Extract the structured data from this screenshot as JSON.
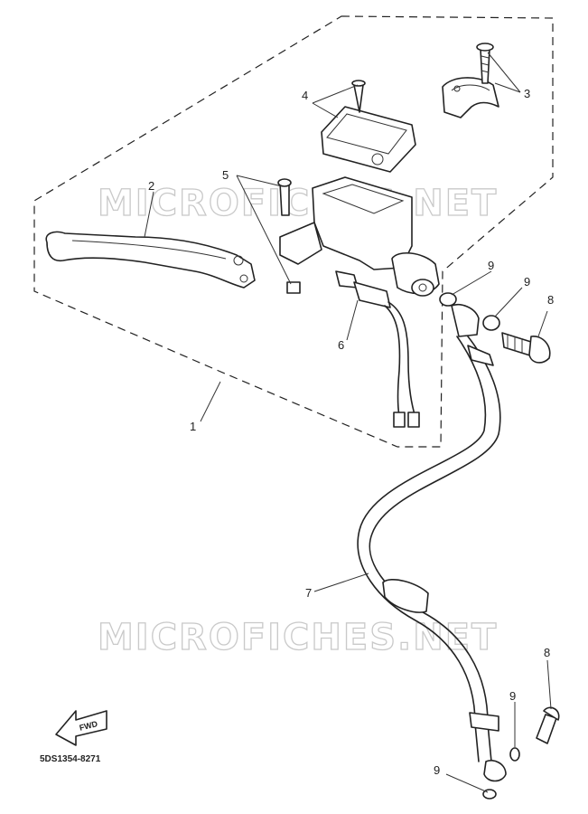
{
  "diagram": {
    "watermark_text": "MICROFICHES.NET",
    "part_code": "5DS1354-8271",
    "fwd_label": "FWD",
    "callouts": {
      "c1": "1",
      "c2": "2",
      "c3": "3",
      "c4": "4",
      "c5": "5",
      "c6": "6",
      "c7": "7",
      "c8a": "8",
      "c8b": "8",
      "c9a": "9",
      "c9b": "9",
      "c9c": "9",
      "c9d": "9"
    }
  }
}
